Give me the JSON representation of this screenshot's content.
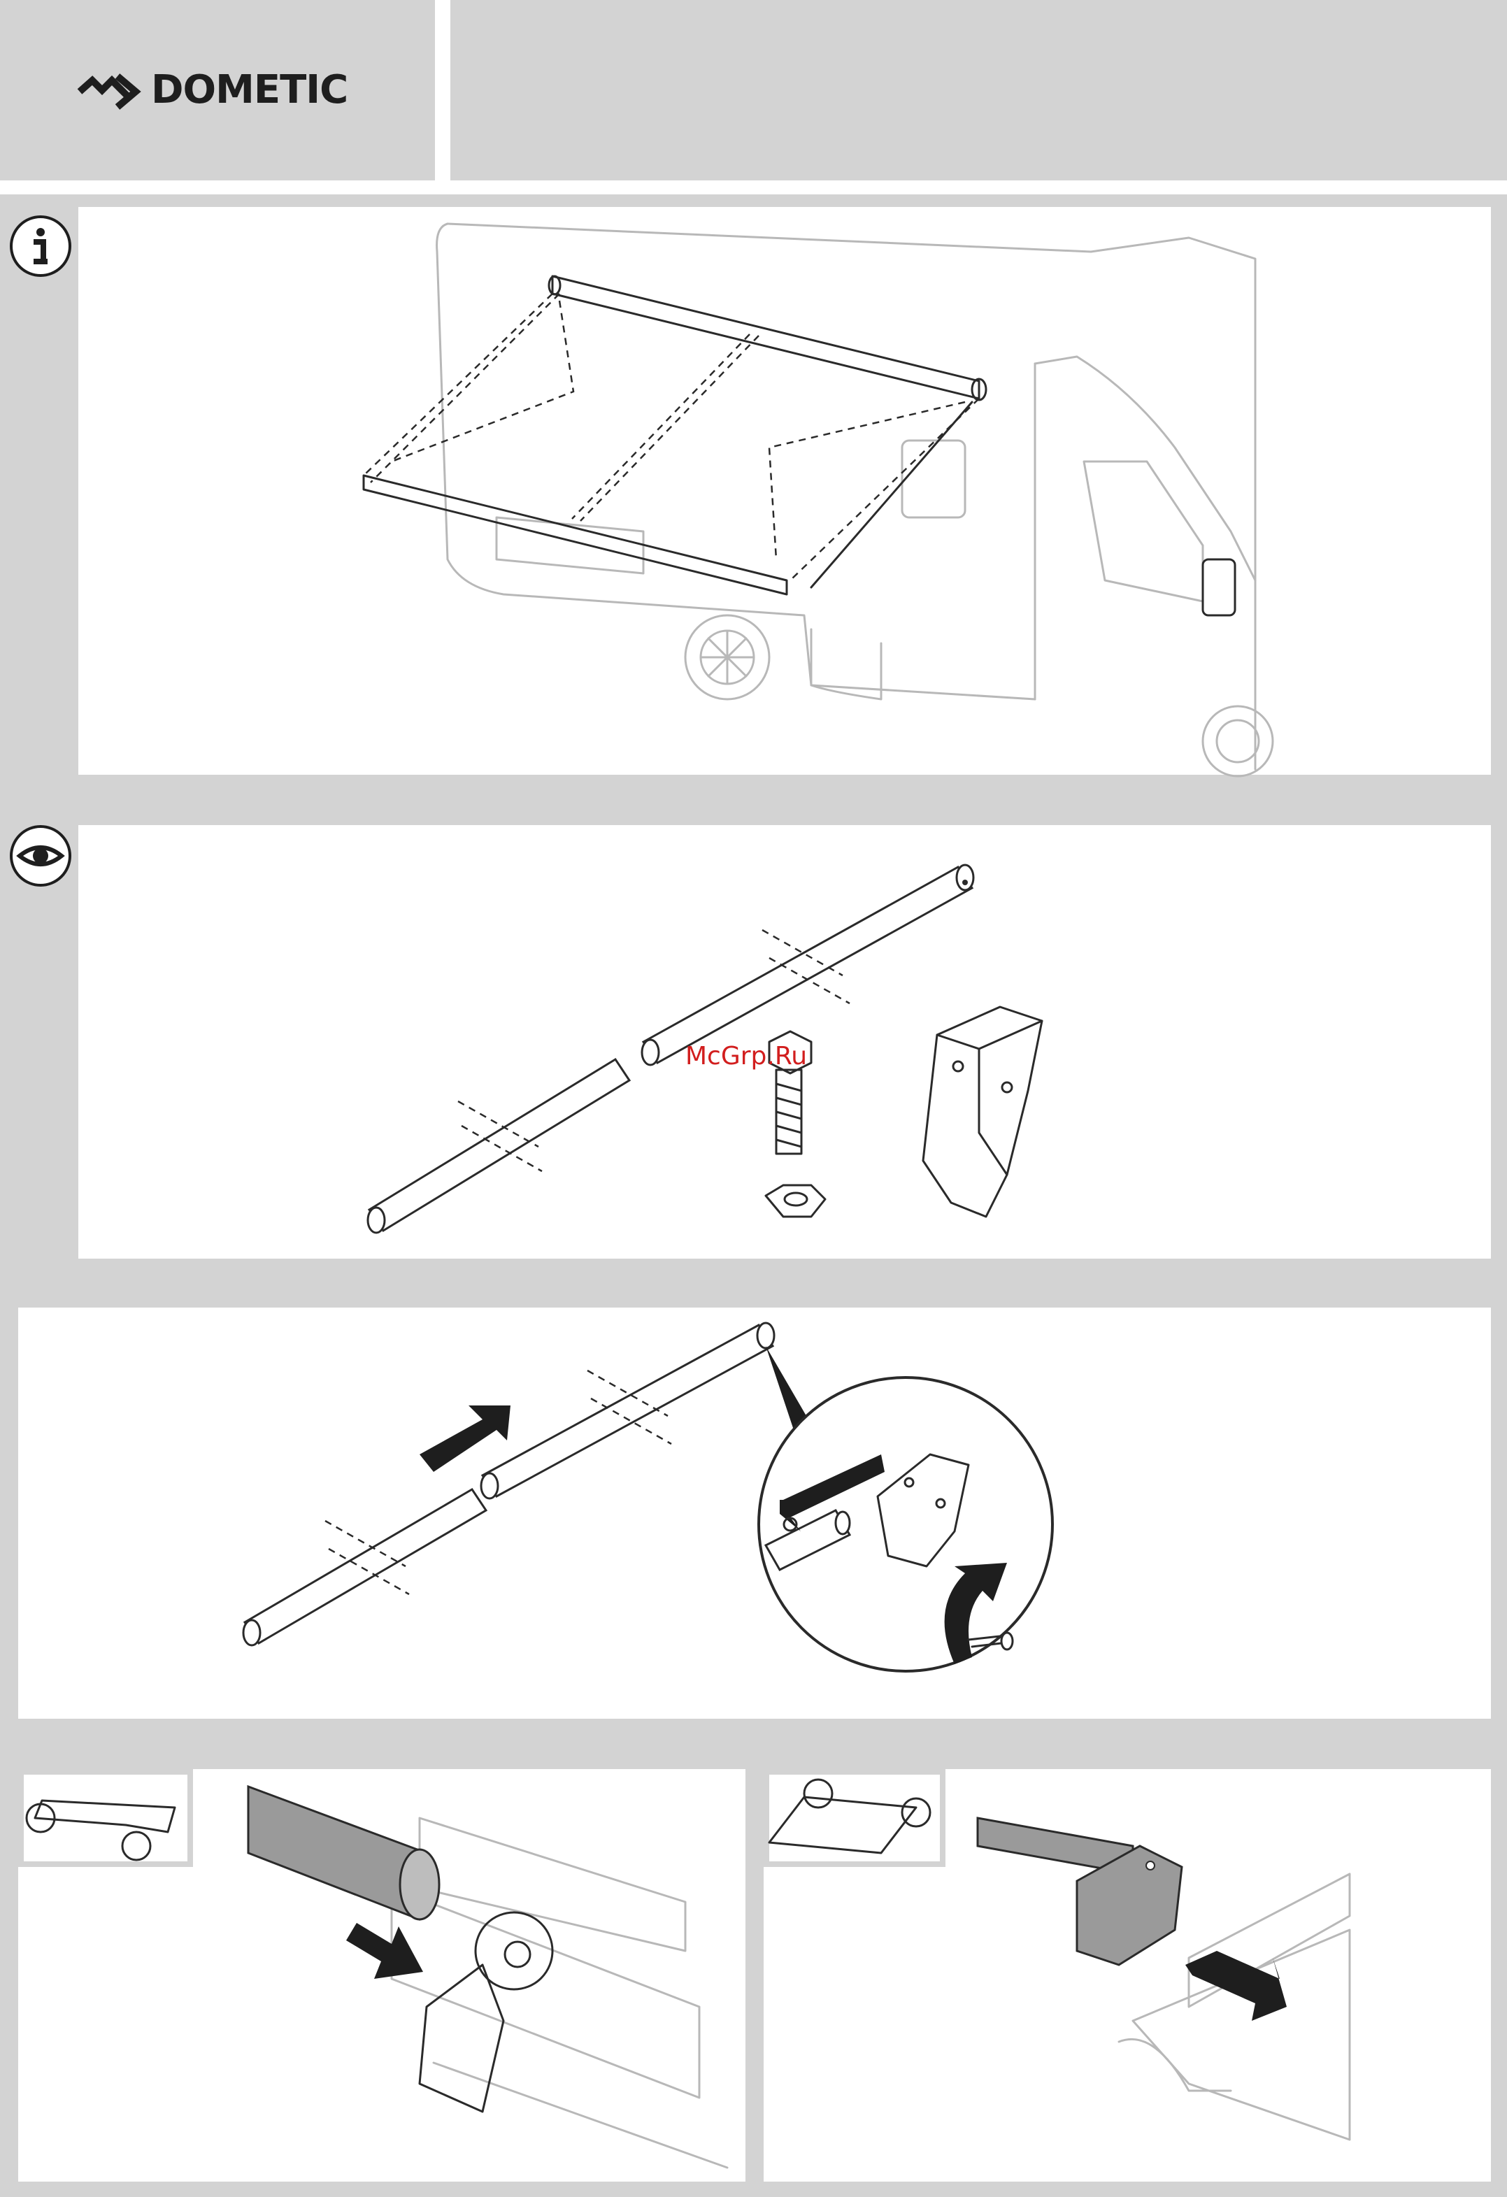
{
  "brand": {
    "name": "DOMETIC",
    "logo_icon": "dometic-chevron-logo"
  },
  "watermark": {
    "text": "McGrp.Ru"
  },
  "sections": [
    {
      "id": "info",
      "icon": "info-icon"
    },
    {
      "id": "view",
      "icon": "eye-icon"
    },
    {
      "id": "assembly"
    },
    {
      "id": "mount-left"
    },
    {
      "id": "mount-right"
    }
  ],
  "colors": {
    "background": "#d3d3d3",
    "panel": "#ffffff",
    "line": "#2a2a2a",
    "watermark": "#d21e1e"
  }
}
